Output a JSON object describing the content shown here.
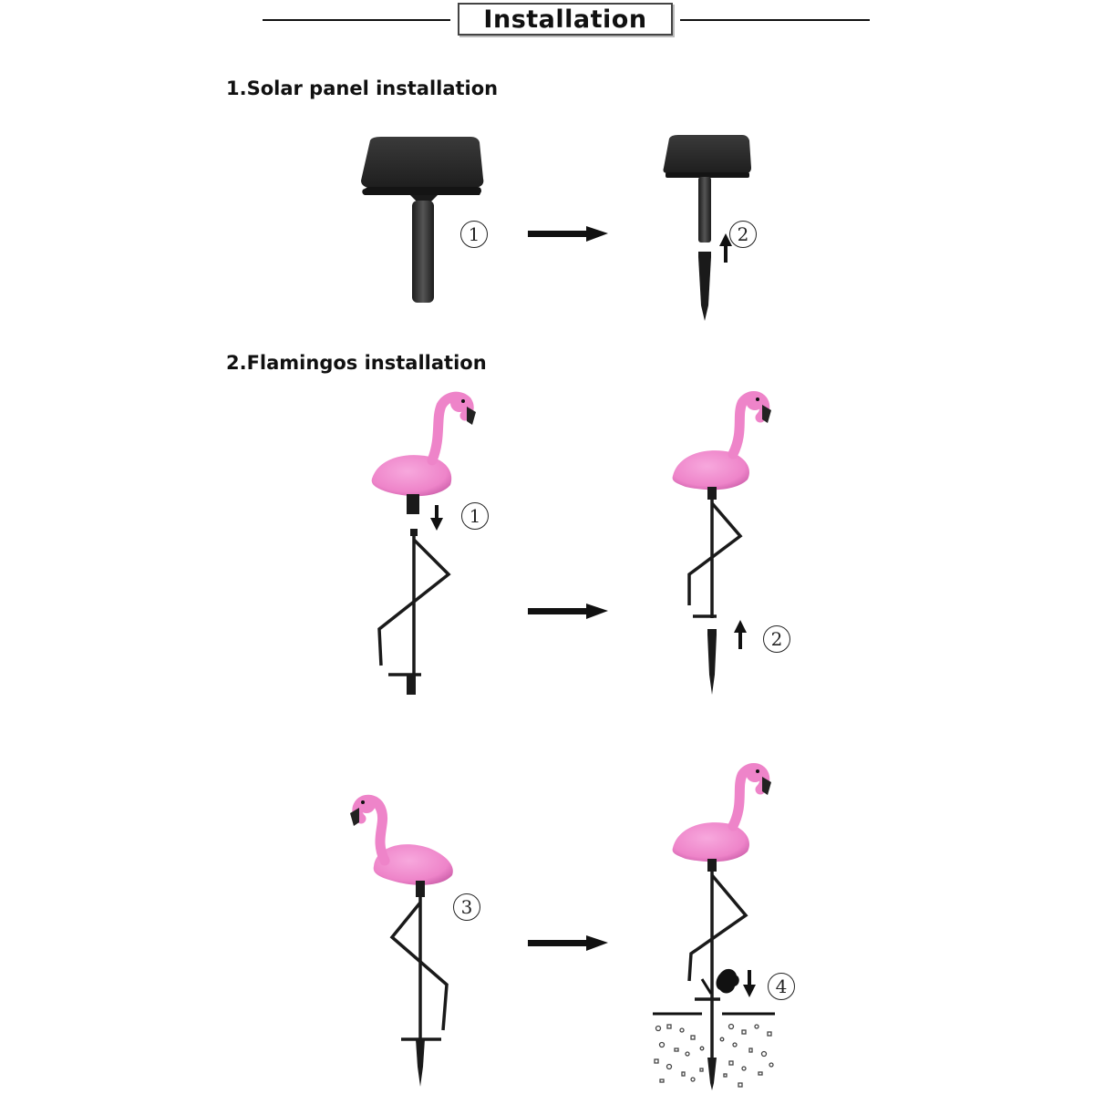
{
  "header": {
    "title": "Installation"
  },
  "sections": [
    {
      "title": "1.Solar panel installation"
    },
    {
      "title": "2.Flamingos installation"
    }
  ],
  "steps": {
    "solar_1": "1",
    "solar_2": "2",
    "flamingo_1": "1",
    "flamingo_2": "2",
    "flamingo_3": "3",
    "flamingo_4": "4"
  },
  "colors": {
    "panel": "#2b2b2b",
    "flamingo_pink": "#f28ad0",
    "flamingo_shadow": "#c25aa2",
    "stake": "#1a1a1a"
  }
}
